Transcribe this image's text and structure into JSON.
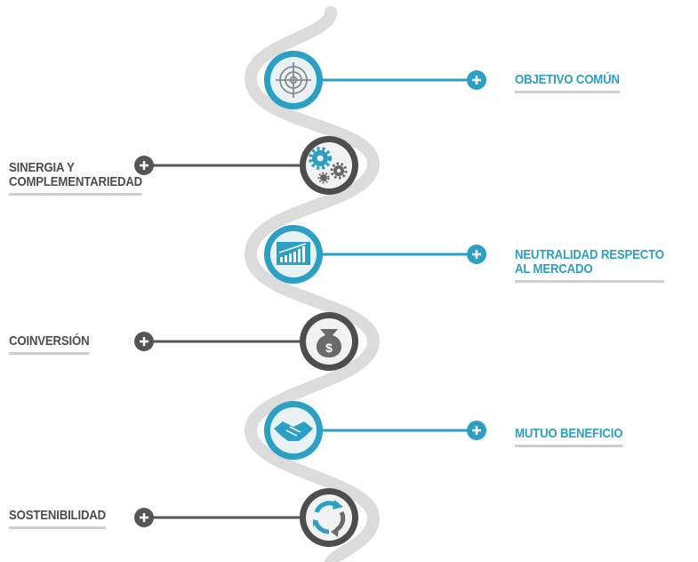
{
  "colors": {
    "blue": "#2c9fc4",
    "dark": "#555555",
    "path": "#dcdcdc",
    "underline": "#cfcfcf"
  },
  "items": [
    {
      "label": "OBJETIVO COMÚN",
      "side": "right",
      "theme": "blue",
      "icon": "target-icon"
    },
    {
      "label": "SINERGIA Y\nCOMPLEMENTARIEDAD",
      "side": "left",
      "theme": "dark",
      "icon": "gears-icon"
    },
    {
      "label": "NEUTRALIDAD RESPECTO\nAL MERCADO",
      "side": "right",
      "theme": "blue",
      "icon": "bar-chart-icon"
    },
    {
      "label": "COINVERSIÓN",
      "side": "left",
      "theme": "dark",
      "icon": "money-bag-icon"
    },
    {
      "label": "MUTUO BENEFICIO",
      "side": "right",
      "theme": "blue",
      "icon": "handshake-icon"
    },
    {
      "label": "SOSTENIBILIDAD",
      "side": "left",
      "theme": "dark",
      "icon": "cycle-arrows-icon"
    }
  ]
}
